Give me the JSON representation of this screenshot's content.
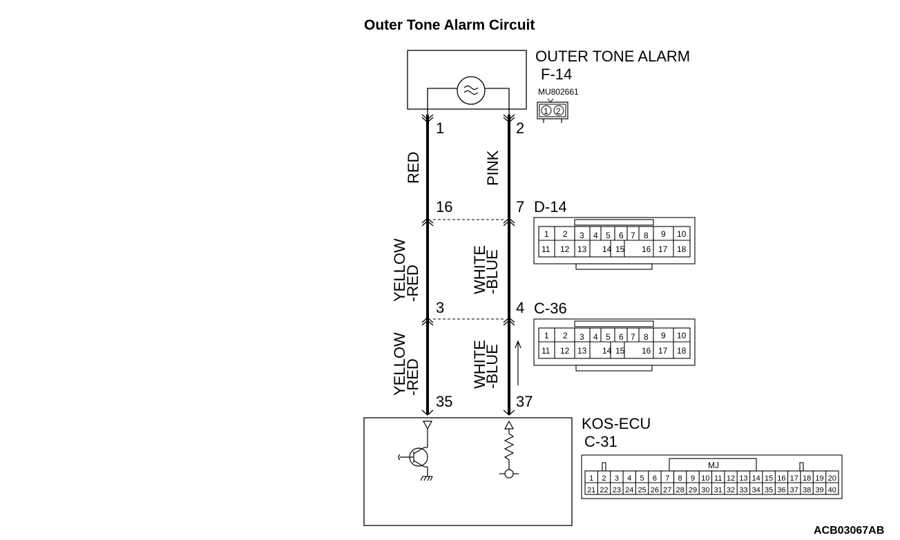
{
  "title": "Outer Tone Alarm Circuit",
  "alarm": {
    "name": "OUTER TONE ALARM",
    "connector": "F-14",
    "part_number": "MU802661",
    "pins": [
      "1",
      "2"
    ]
  },
  "wires": {
    "left": {
      "top_pin": "1",
      "color_upper": "RED",
      "mid_pin": "16",
      "color_middle_1": "YELLOW",
      "color_middle_2": "-RED",
      "low_pin": "3",
      "color_lower_1": "YELLOW",
      "color_lower_2": "-RED",
      "ecu_pin": "35"
    },
    "right": {
      "top_pin": "2",
      "color_upper": "PINK",
      "mid_pin": "7",
      "color_middle_1": "WHITE",
      "color_middle_2": "-BLUE",
      "low_pin": "4",
      "color_lower_1": "WHITE",
      "color_lower_2": "-BLUE",
      "ecu_pin": "37"
    }
  },
  "connector_d14": {
    "label": "D-14",
    "row1": [
      "1",
      "2",
      "3",
      "4",
      "5",
      "6",
      "7",
      "8",
      "9",
      "10"
    ],
    "row2": [
      "11",
      "12",
      "13",
      "14",
      "15",
      "16",
      "17",
      "18"
    ]
  },
  "connector_c36": {
    "label": "C-36",
    "row1": [
      "1",
      "2",
      "3",
      "4",
      "5",
      "6",
      "7",
      "8",
      "9",
      "10"
    ],
    "row2": [
      "11",
      "12",
      "13",
      "14",
      "15",
      "16",
      "17",
      "18"
    ]
  },
  "ecu": {
    "name": "KOS-ECU",
    "connector": "C-31",
    "key_label": "MJ",
    "row1": [
      "1",
      "2",
      "3",
      "4",
      "5",
      "6",
      "7",
      "8",
      "9",
      "10",
      "11",
      "12",
      "13",
      "14",
      "15",
      "16",
      "17",
      "18",
      "19",
      "20"
    ],
    "row2": [
      "21",
      "22",
      "23",
      "24",
      "25",
      "26",
      "27",
      "28",
      "29",
      "30",
      "31",
      "32",
      "33",
      "34",
      "35",
      "36",
      "37",
      "38",
      "39",
      "40"
    ]
  },
  "figure_code": "ACB03067AB"
}
